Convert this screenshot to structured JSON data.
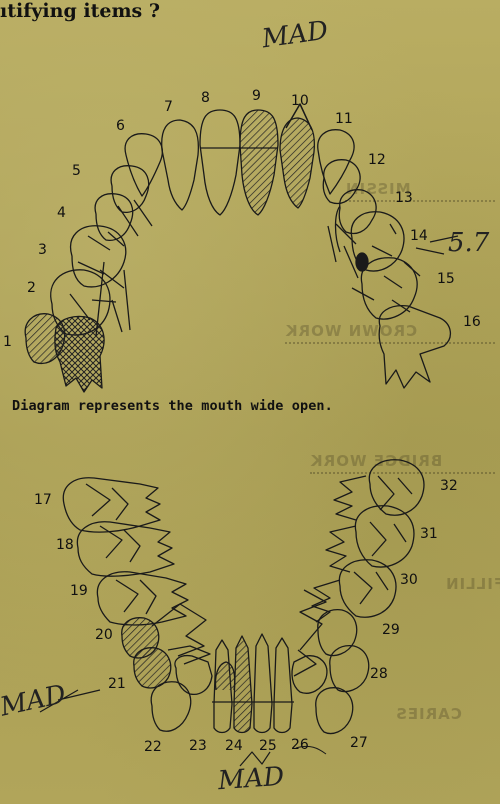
{
  "header_fragment": "ıtifying items ?",
  "caption": "Diagram represents the mouth wide open.",
  "handwriting": {
    "top": "MAD",
    "left": "MAD",
    "bottom": "MAD",
    "note": "5.7"
  },
  "tooth_numbers": {
    "upper": [
      "1",
      "2",
      "3",
      "4",
      "5",
      "6",
      "7",
      "8",
      "9",
      "10",
      "11",
      "12",
      "13",
      "14",
      "15",
      "16"
    ],
    "lower": [
      "17",
      "18",
      "19",
      "20",
      "21",
      "22",
      "23",
      "24",
      "25",
      "26",
      "27",
      "28",
      "29",
      "30",
      "31",
      "32"
    ]
  },
  "marked_teeth": [
    "1",
    "9",
    "10",
    "14",
    "20",
    "21",
    "24"
  ]
}
